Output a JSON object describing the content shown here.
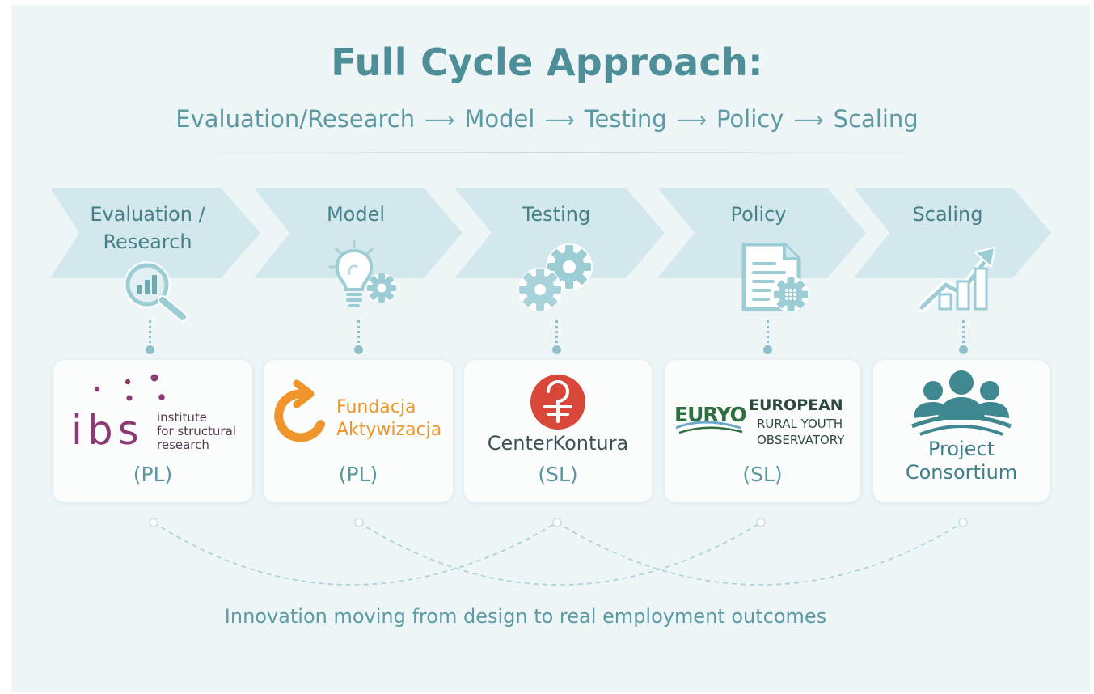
{
  "title": "Full Cycle Approach:",
  "subtitle": {
    "steps": [
      "Evaluation/Research",
      "Model",
      "Testing",
      "Policy",
      "Scaling"
    ],
    "arrow": "⟶"
  },
  "stages": [
    {
      "label_line1": "Evaluation /",
      "label_line2": "Research",
      "icon": "magnifier-chart-icon"
    },
    {
      "label_line1": "Model",
      "label_line2": "",
      "icon": "lightbulb-gear-icon"
    },
    {
      "label_line1": "Testing",
      "label_line2": "",
      "icon": "gears-icon"
    },
    {
      "label_line1": "Policy",
      "label_line2": "",
      "icon": "document-gear-icon"
    },
    {
      "label_line1": "Scaling",
      "label_line2": "",
      "icon": "growth-chart-icon"
    }
  ],
  "partners": [
    {
      "logo_text": "ibs",
      "logo_line1": "institute",
      "logo_line2": "for structural",
      "logo_line3": "research",
      "country": "(PL)"
    },
    {
      "logo_line1": "Fundacja",
      "logo_line2": "Aktywizacja",
      "country": "(PL)"
    },
    {
      "logo_text": "CenterKontura",
      "country": "(SL)"
    },
    {
      "logo_text": "EURYO",
      "logo_line1": "EUROPEAN",
      "logo_line2": "RURAL YOUTH",
      "logo_line3": "OBSERVATORY",
      "country": "(SL)"
    },
    {
      "logo_line1": "Project",
      "logo_line2": "Consortium",
      "country": ""
    }
  ],
  "footer": "Innovation moving from design to real employment outcomes",
  "colors": {
    "background": "#edf5f7",
    "title": "#4e8e98",
    "chevron": "#d3e8ec",
    "ibs": "#8b3a74",
    "fundacja": "#f0952b",
    "kontura": "#d8473a",
    "euryo": "#2e6e3f",
    "consortium": "#3f8890"
  }
}
